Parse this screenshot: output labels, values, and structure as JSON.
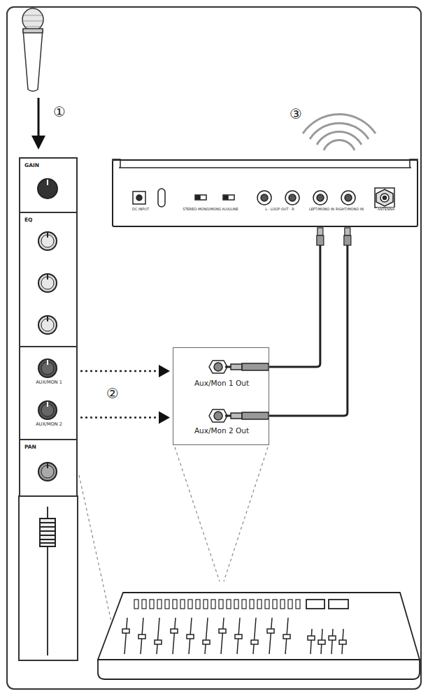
{
  "diagram": {
    "nodes": [
      {
        "text": [
          "GAIN"
        ]
      },
      {
        "text": [
          "EQ"
        ]
      },
      {
        "text": [
          "AUX/MON 1"
        ]
      },
      {
        "text": [
          "AUX/MON 2"
        ]
      },
      {
        "text": [
          "PAN"
        ]
      },
      {
        "text": [
          "Aux/Mon 1 Out",
          "Aux/Mon 2 Out"
        ]
      },
      {
        "text": [
          "DC INPUT",
          "STEREO-MONO/MONO",
          "AUX/LINE",
          "L · LOOP OUT · R",
          "LEFT/MONO IN",
          "RIGHT/MONO IN",
          "ANTENNA"
        ]
      }
    ],
    "edges": [
      {
        "from": 2,
        "to": 5,
        "arrow": "to"
      },
      {
        "from": 3,
        "to": 5,
        "arrow": "to"
      },
      {
        "from": 5,
        "to": 6,
        "arrow": "none"
      },
      {
        "from": 5,
        "to": 6,
        "arrow": "none"
      }
    ],
    "labels": [
      "①",
      "②",
      "③"
    ]
  }
}
